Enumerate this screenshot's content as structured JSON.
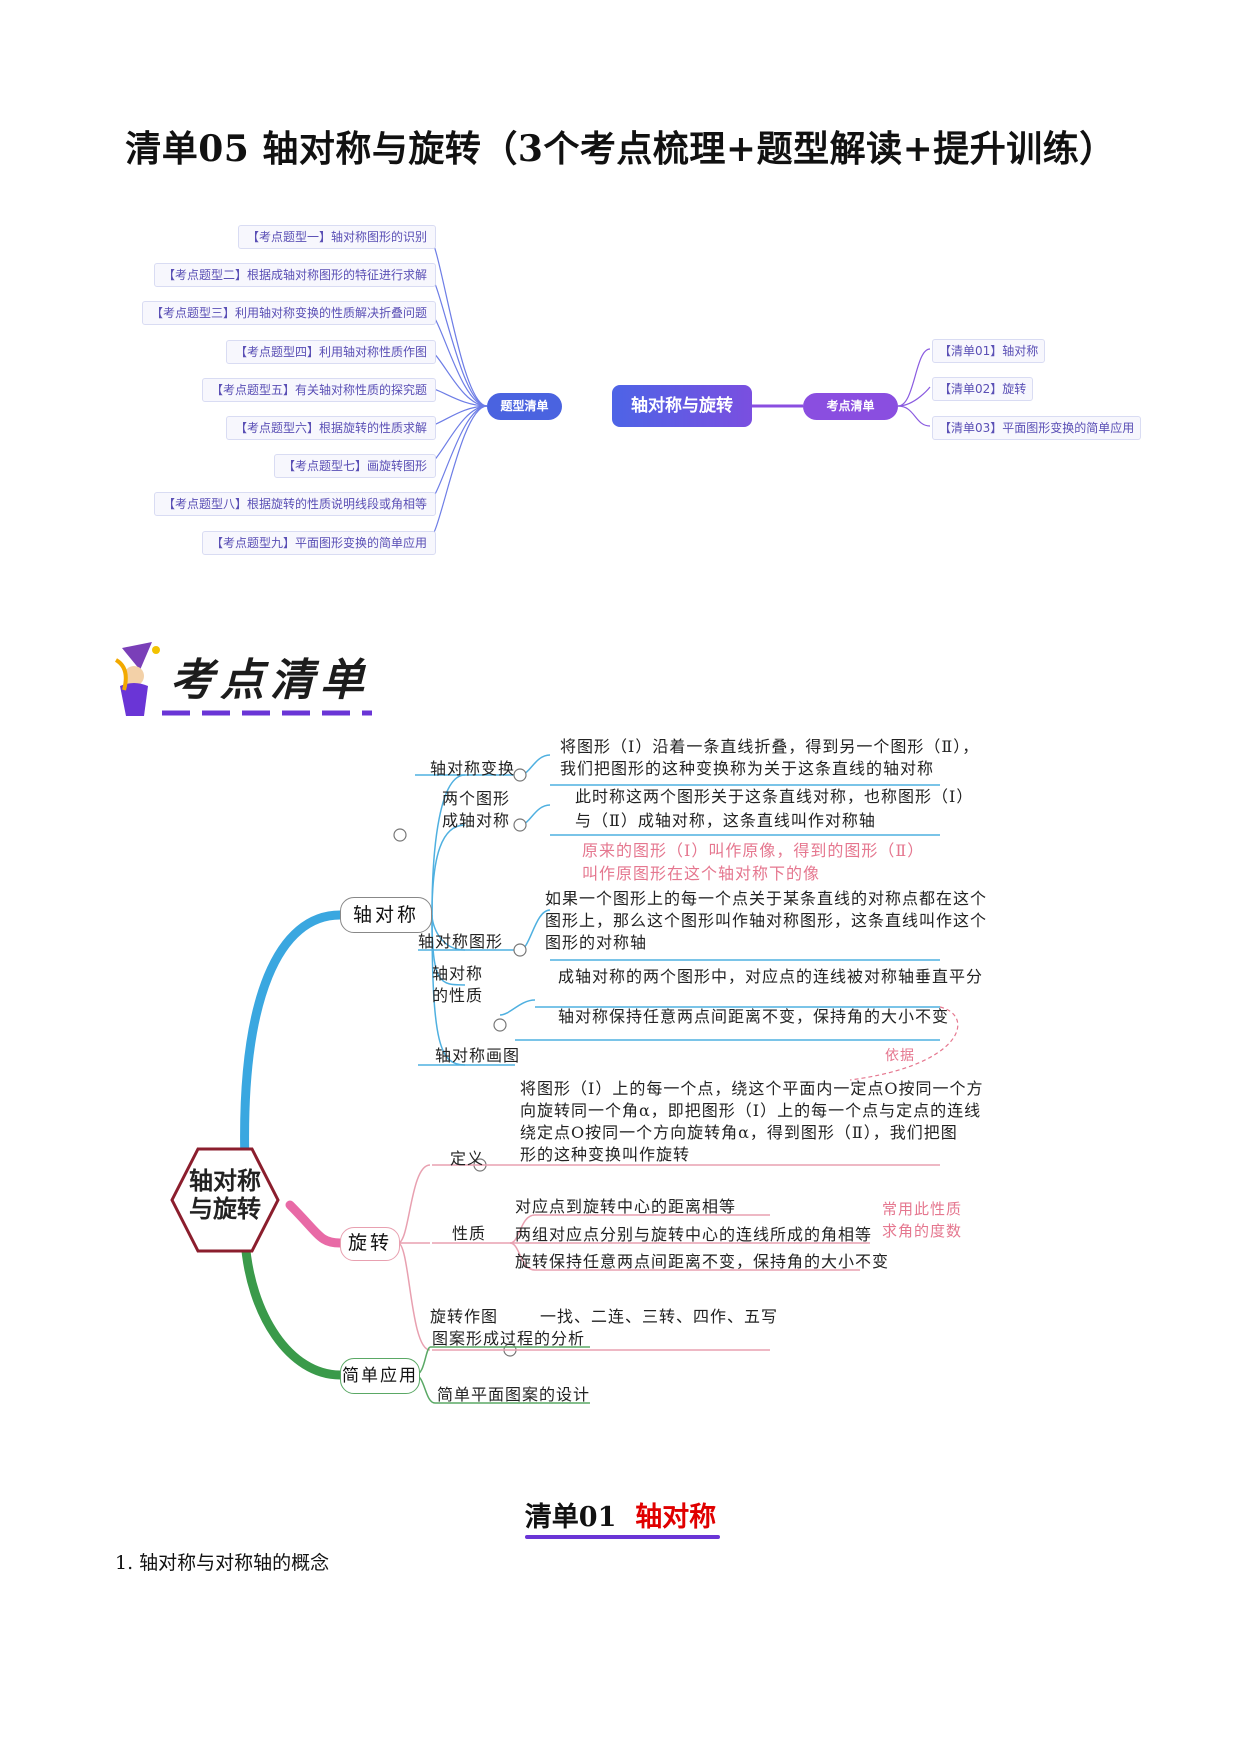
{
  "title": "清单05 轴对称与旋转（3个考点梳理+题型解读+提升训练）",
  "overview": {
    "center": "轴对称与旋转",
    "left_hub": "题型清单",
    "right_hub": "考点清单",
    "left_items": [
      "【考点题型一】轴对称图形的识别",
      "【考点题型二】根据成轴对称图形的特征进行求解",
      "【考点题型三】利用轴对称变换的性质解决折叠问题",
      "【考点题型四】利用轴对称性质作图",
      "【考点题型五】有关轴对称性质的探究题",
      "【考点题型六】根据旋转的性质求解",
      "【考点题型七】画旋转图形",
      "【考点题型八】根据旋转的性质说明线段或角相等",
      "【考点题型九】平面图形变换的简单应用"
    ],
    "right_items": [
      "【清单01】轴对称",
      "【清单02】旋转",
      "【清单03】平面图形变换的简单应用"
    ]
  },
  "banner": {
    "title": "考点清单"
  },
  "mindmap": {
    "root": "轴对称\n与旋转",
    "branch_axis": "轴对称",
    "branch_rotation": "旋转",
    "branch_application": "简单应用",
    "axis": {
      "transform_label": "轴对称变换",
      "transform_line1": "将图形（I）沿着一条直线折叠，得到另一个图形（Ⅱ），",
      "transform_line2": "我们把图形的这种变换称为关于这条直线的轴对称",
      "two_figures_label_1": "两个图形",
      "two_figures_label_2": "成轴对称",
      "two_figures_line1": "此时称这两个图形关于这条直线对称，也称图形（I）",
      "two_figures_line2": "与（Ⅱ）成轴对称，这条直线叫作对称轴",
      "note_line1": "原来的图形（I）叫作原像，得到的图形（Ⅱ）",
      "note_line2": "叫作原图形在这个轴对称下的像",
      "figure_label": "轴对称图形",
      "figure_line1": "如果一个图形上的每一个点关于某条直线的对称点都在这个",
      "figure_line2": "图形上，那么这个图形叫作轴对称图形，这条直线叫作这个",
      "figure_line3": "图形的对称轴",
      "property_label_1": "轴对称",
      "property_label_2": "的性质",
      "property_line1": "成轴对称的两个图形中，对应点的连线被对称轴垂直平分",
      "property_line2": "轴对称保持任意两点间距离不变，保持角的大小不变",
      "drawing_label": "轴对称画图",
      "basis_note": "依据"
    },
    "rotation": {
      "definition_label": "定义",
      "definition_line1": "将图形（I）上的每一个点，绕这个平面内一定点O按同一个方",
      "definition_line2": "向旋转同一个角α，即把图形（I）上的每一个点与定点的连线",
      "definition_line3": "绕定点O按同一个方向旋转角α，得到图形（Ⅱ），我们把图",
      "definition_line4": "形的这种变换叫作旋转",
      "property_label": "性质",
      "property_line1": "对应点到旋转中心的距离相等",
      "property_line2": "两组对应点分别与旋转中心的连线所成的角相等",
      "property_line3": "旋转保持任意两点间距离不变，保持角的大小不变",
      "note_line1": "常用此性质",
      "note_line2": "求角的度数",
      "drawing_label": "旋转作图",
      "drawing_steps": "一找、二连、三转、四作、五写"
    },
    "application": {
      "item1": "图案形成过程的分析",
      "item2": "简单平面图案的设计"
    }
  },
  "section": {
    "prefix": "清单",
    "number": "01",
    "name": "轴对称"
  },
  "item_1": "1. 轴对称与对称轴的概念",
  "colors": {
    "purple": "#6a35d6",
    "blue": "#3f6fe8",
    "pink": "#e5778f",
    "tree_blue": "#3aa7e0",
    "tree_pink": "#e86aa6",
    "tree_green": "#3a9a4a"
  }
}
